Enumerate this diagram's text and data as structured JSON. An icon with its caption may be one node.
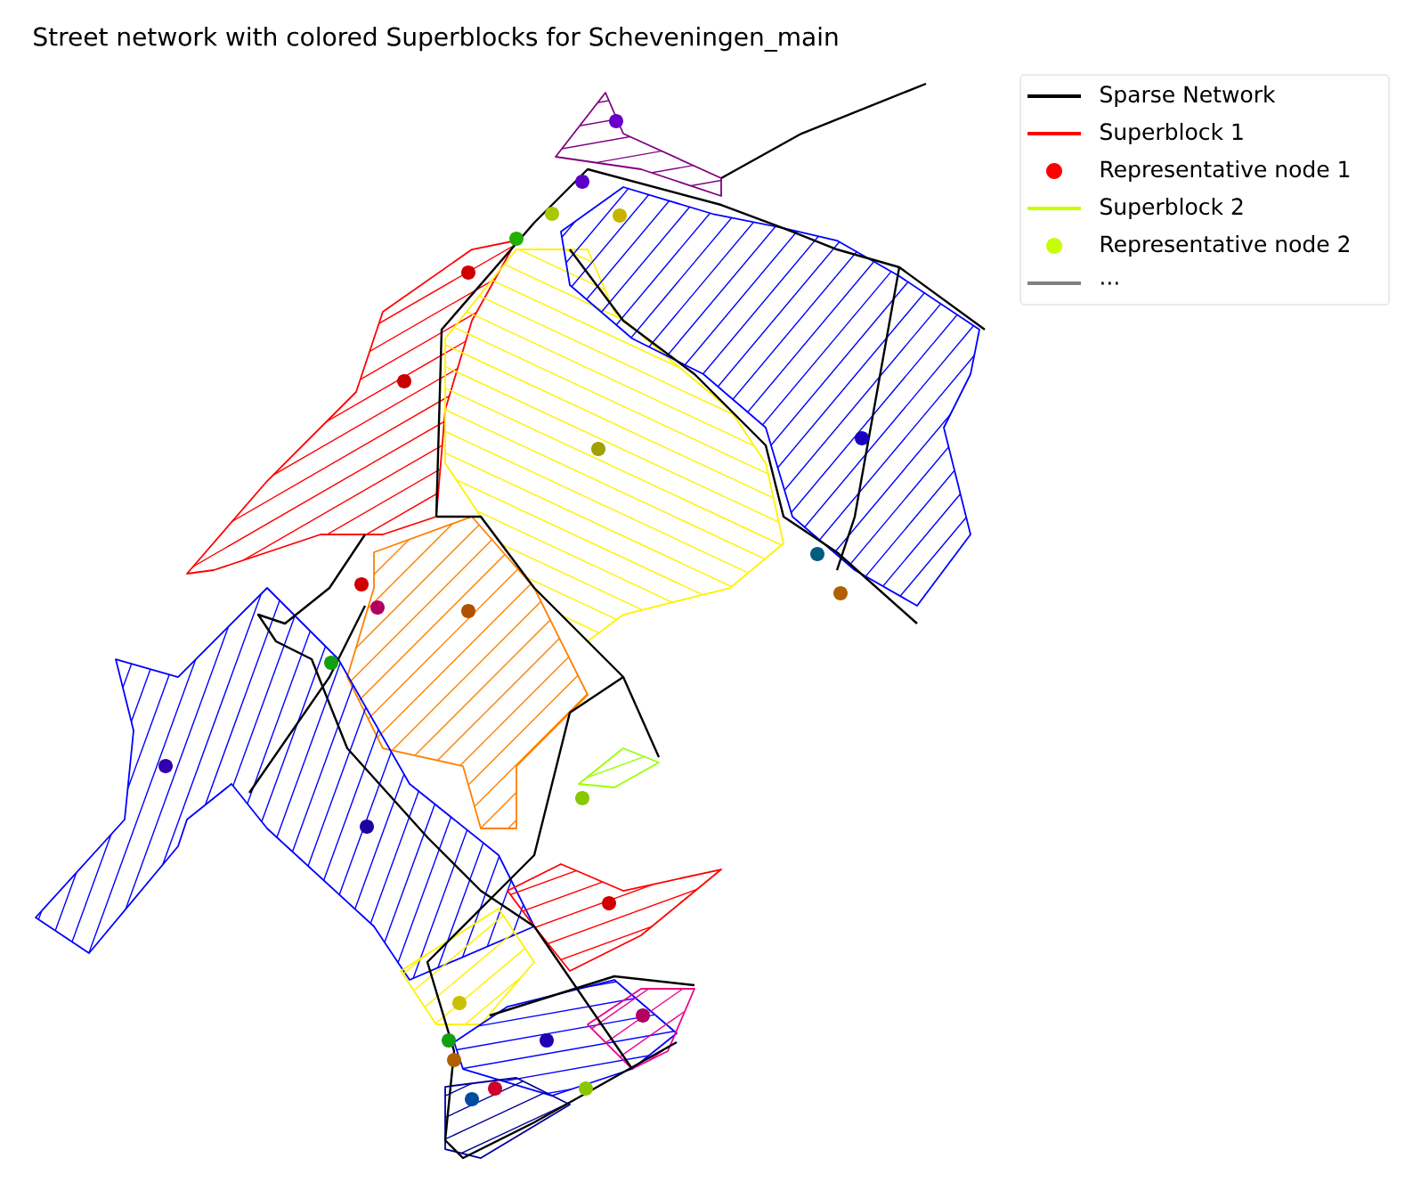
{
  "diagram": {
    "title": "Street network with colored Superblocks for Scheveningen_main",
    "legend": [
      {
        "text": "Sparse Network"
      },
      {
        "text": "Superblock 1"
      },
      {
        "text": "Representative node 1"
      },
      {
        "text": "Superblock 2"
      },
      {
        "text": "Representative node 2"
      },
      {
        "text": "..."
      }
    ]
  }
}
